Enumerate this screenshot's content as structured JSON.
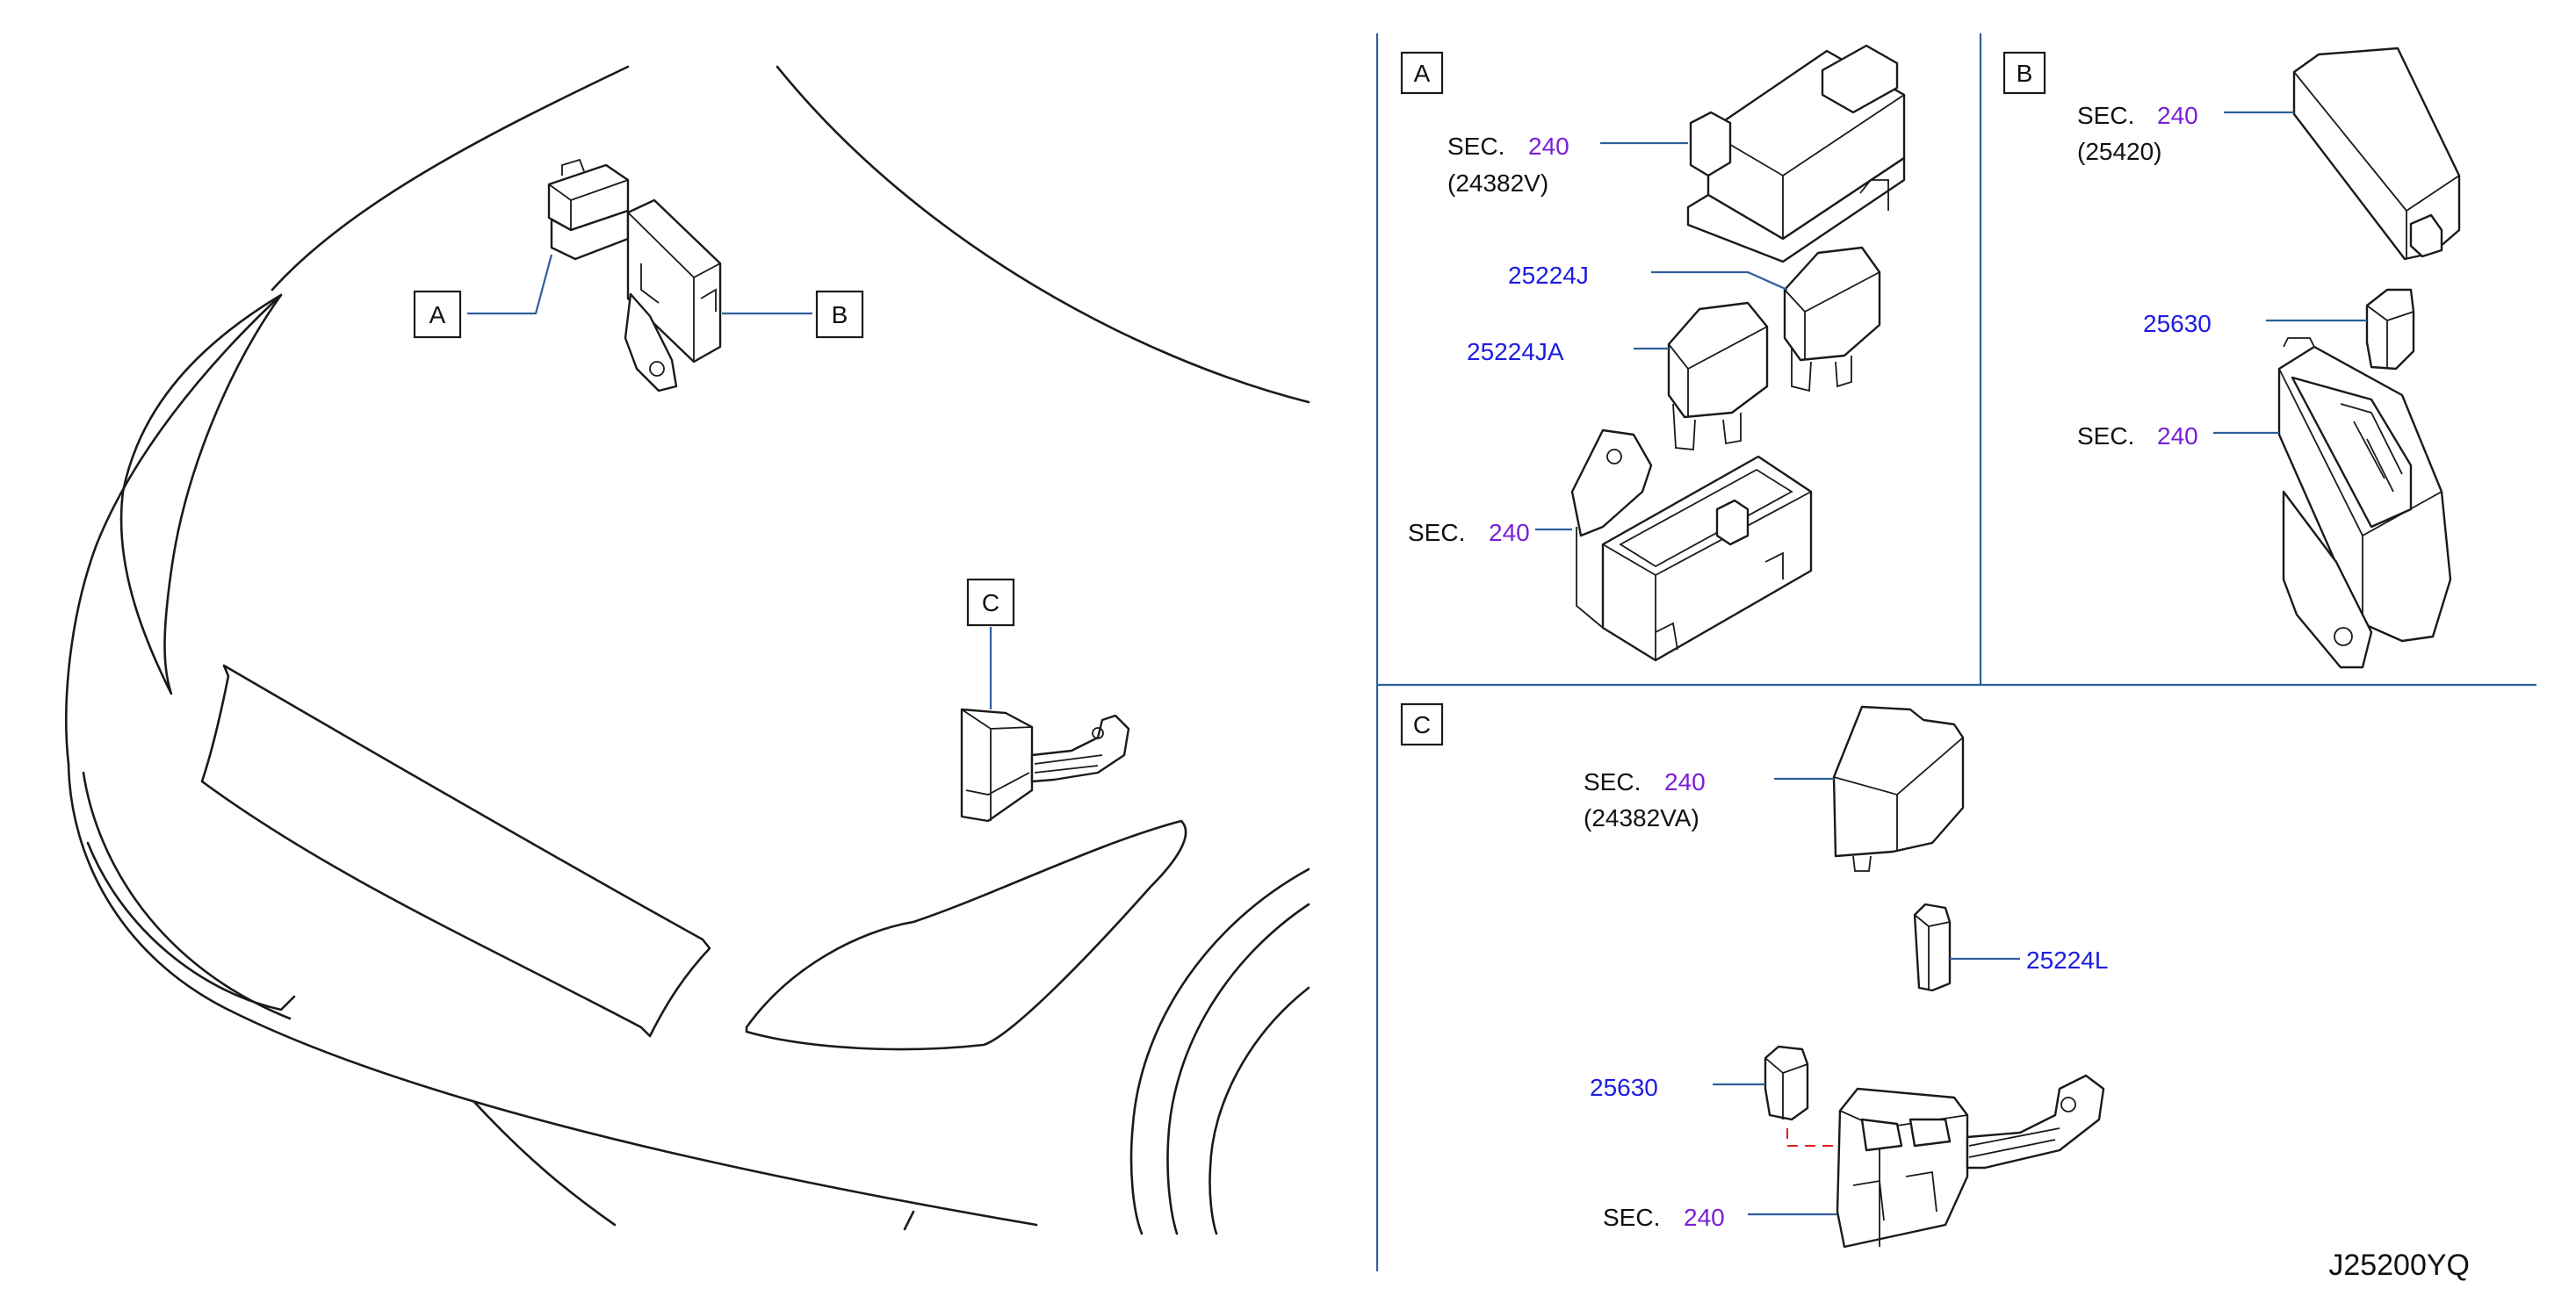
{
  "callouts": {
    "a": "A",
    "b": "B",
    "c": "C"
  },
  "panels": {
    "a": {
      "label": "A",
      "sec_label": "SEC.",
      "sec_number": "240",
      "cover_part": "(24382V)",
      "relay_1": "25224J",
      "relay_2": "25224JA",
      "base_sec_label": "SEC.",
      "base_sec_number": "240"
    },
    "b": {
      "label": "B",
      "sec_label": "SEC.",
      "sec_number": "240",
      "cover_part": "(25420)",
      "relay": "25630",
      "base_sec_label": "SEC.",
      "base_sec_number": "240"
    },
    "c": {
      "label": "C",
      "sec_label": "SEC.",
      "sec_number": "240",
      "cover_part": "(24382VA)",
      "relay_1": "25224L",
      "relay_2": "25630",
      "base_sec_label": "SEC.",
      "base_sec_number": "240"
    }
  },
  "diagram_code": "J25200YQ",
  "colors": {
    "frame": "#2f5f9c",
    "section_ref": "#7a1fd6",
    "part_number": "#1c1ce0",
    "guide_dash": "#e02020"
  }
}
